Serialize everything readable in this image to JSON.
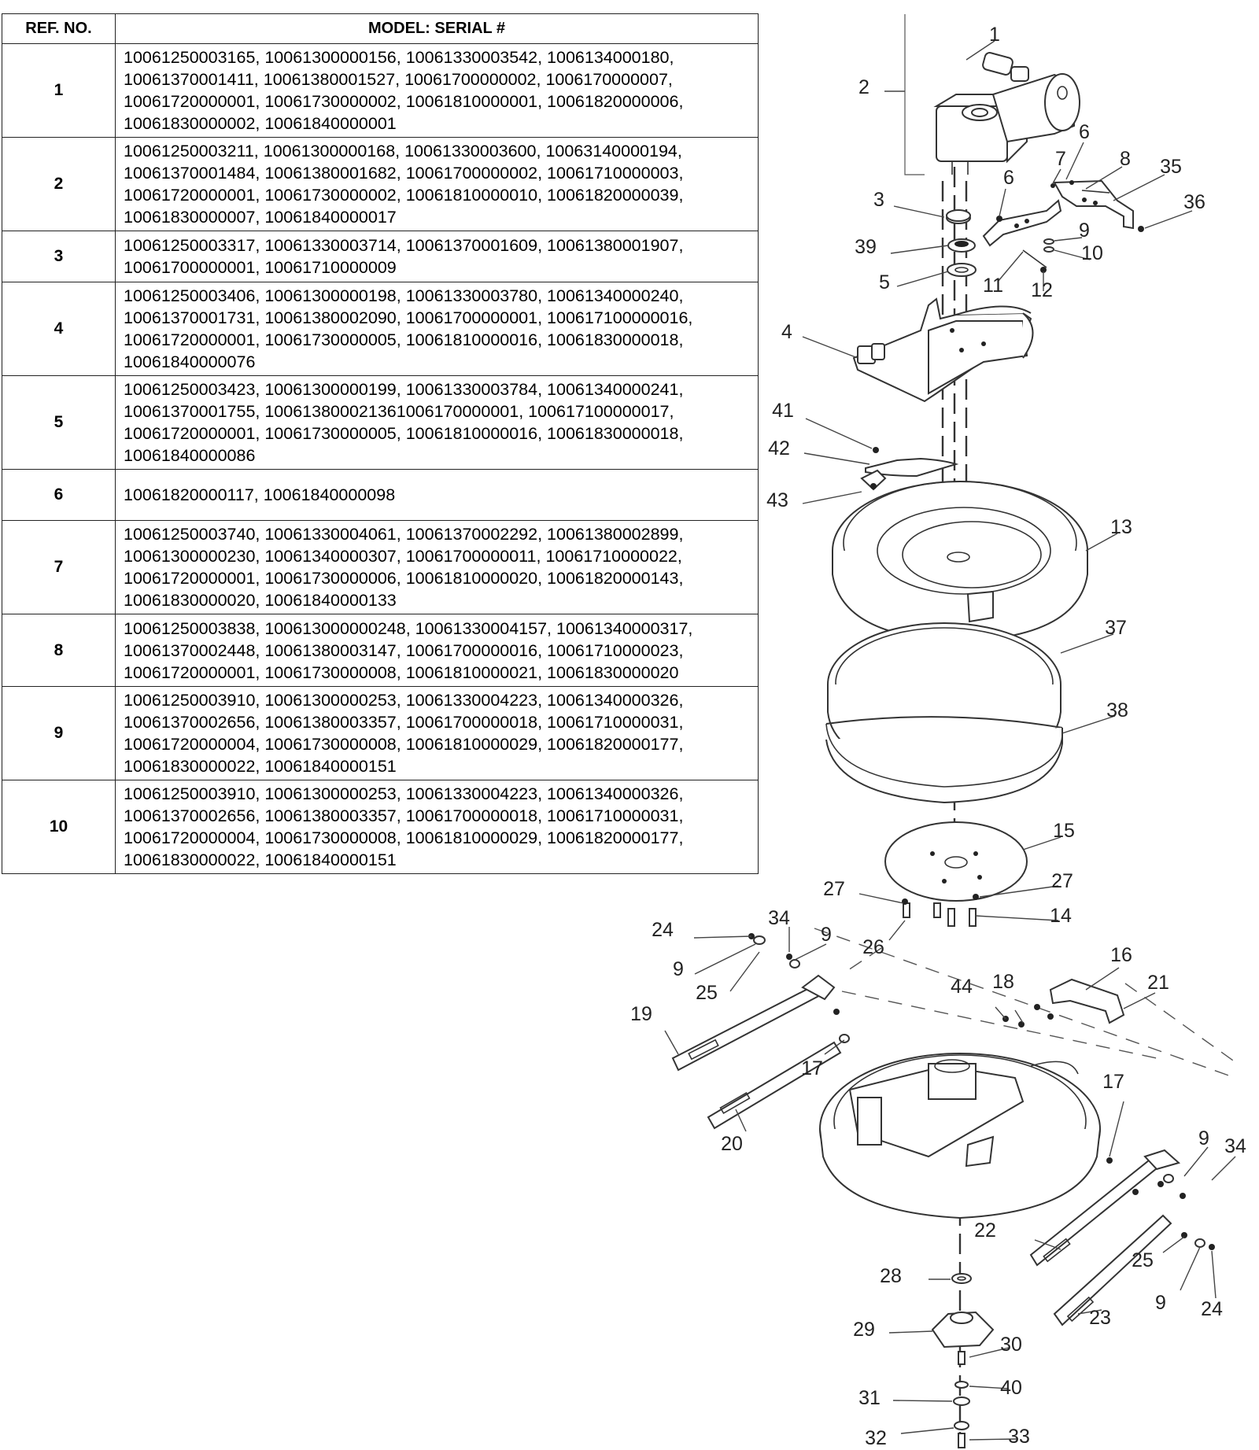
{
  "table": {
    "headers": {
      "ref": "REF. NO.",
      "model": "MODEL: SERIAL #"
    },
    "rows": [
      {
        "ref": "1",
        "lines": [
          "10061250003165, 10061300000156, 10061330003542, 1006134000180,",
          "10061370001411, 10061380001527, 10061700000002, 1006170000007,",
          "10061720000001, 10061730000002, 10061810000001, 10061820000006,",
          "10061830000002, 10061840000001"
        ]
      },
      {
        "ref": "2",
        "lines": [
          "10061250003211, 10061300000168, 10061330003600, 10063140000194,",
          "10061370001484, 10061380001682, 10061700000002, 10061710000003,",
          "10061720000001, 10061730000002, 10061810000010, 10061820000039,",
          "10061830000007, 10061840000017"
        ]
      },
      {
        "ref": "3",
        "lines": [
          "10061250003317, 10061330003714, 10061370001609, 10061380001907,",
          "10061700000001, 10061710000009"
        ]
      },
      {
        "ref": "4",
        "lines": [
          "10061250003406, 10061300000198, 10061330003780, 10061340000240,",
          "10061370001731, 10061380002090, 10061700000001, 100617100000016,",
          "10061720000001, 10061730000005, 10061810000016, 10061830000018,",
          "10061840000076"
        ]
      },
      {
        "ref": "5",
        "lines": [
          "10061250003423, 10061300000199, 10061330003784, 10061340000241,",
          "10061370001755, 100613800021361006170000001, 100617100000017,",
          "10061720000001, 10061730000005, 10061810000016, 10061830000018,",
          "10061840000086"
        ]
      },
      {
        "ref": "6",
        "lines": [
          "10061820000117, 10061840000098"
        ]
      },
      {
        "ref": "7",
        "lines": [
          "10061250003740, 10061330004061, 10061370002292, 10061380002899,",
          "10061300000230, 10061340000307, 10061700000011, 10061710000022,",
          "10061720000001, 10061730000006, 10061810000020, 10061820000143,",
          "10061830000020, 10061840000133"
        ]
      },
      {
        "ref": "8",
        "lines": [
          "10061250003838, 100613000000248, 10061330004157, 10061340000317,",
          "10061370002448, 10061380003147, 10061700000016, 10061710000023,",
          "10061720000001, 10061730000008, 10061810000021, 10061830000020"
        ]
      },
      {
        "ref": "9",
        "lines": [
          "10061250003910, 10061300000253, 10061330004223, 10061340000326,",
          "10061370002656, 10061380003357, 10061700000018, 10061710000031,",
          "10061720000004, 10061730000008, 10061810000029, 10061820000177,",
          "10061830000022, 10061840000151"
        ]
      },
      {
        "ref": "10",
        "lines": [
          "10061250003910, 10061300000253, 10061330004223, 10061340000326,",
          "10061370002656, 10061380003357, 10061700000018, 10061710000031,",
          "10061720000004, 10061730000008, 10061810000029, 10061820000177,",
          "10061830000022, 10061840000151"
        ]
      }
    ]
  },
  "callouts": [
    {
      "text": "1"
    },
    {
      "text": "2"
    },
    {
      "text": "6"
    },
    {
      "text": "7"
    },
    {
      "text": "8"
    },
    {
      "text": "35"
    },
    {
      "text": "6"
    },
    {
      "text": "36"
    },
    {
      "text": "3"
    },
    {
      "text": "9"
    },
    {
      "text": "39"
    },
    {
      "text": "10"
    },
    {
      "text": "5"
    },
    {
      "text": "11"
    },
    {
      "text": "12"
    },
    {
      "text": "4"
    },
    {
      "text": "41"
    },
    {
      "text": "42"
    },
    {
      "text": "43"
    },
    {
      "text": "13"
    },
    {
      "text": "37"
    },
    {
      "text": "38"
    },
    {
      "text": "15"
    },
    {
      "text": "27"
    },
    {
      "text": "27"
    },
    {
      "text": "14"
    },
    {
      "text": "26"
    },
    {
      "text": "34"
    },
    {
      "text": "24"
    },
    {
      "text": "9"
    },
    {
      "text": "9"
    },
    {
      "text": "25"
    },
    {
      "text": "16"
    },
    {
      "text": "21"
    },
    {
      "text": "44"
    },
    {
      "text": "18"
    },
    {
      "text": "19"
    },
    {
      "text": "17"
    },
    {
      "text": "17"
    },
    {
      "text": "20"
    },
    {
      "text": "9"
    },
    {
      "text": "34"
    },
    {
      "text": "22"
    },
    {
      "text": "25"
    },
    {
      "text": "28"
    },
    {
      "text": "9"
    },
    {
      "text": "24"
    },
    {
      "text": "23"
    },
    {
      "text": "29"
    },
    {
      "text": "30"
    },
    {
      "text": "40"
    },
    {
      "text": "31"
    },
    {
      "text": "32"
    },
    {
      "text": "33"
    }
  ]
}
